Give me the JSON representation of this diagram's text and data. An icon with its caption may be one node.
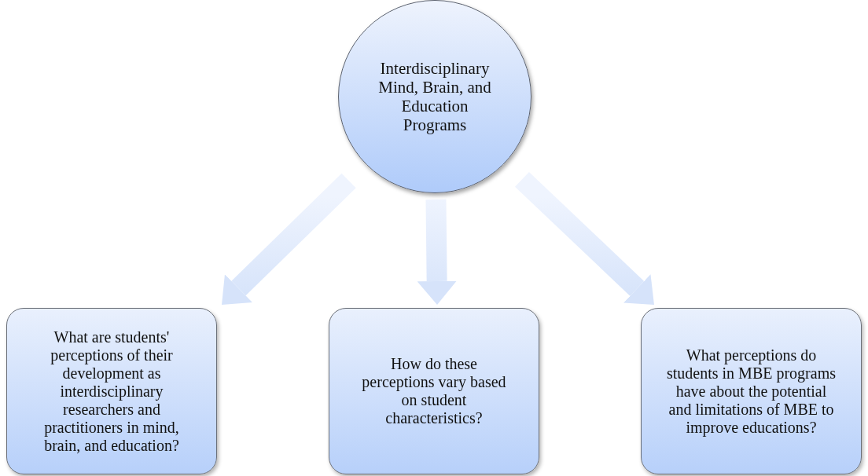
{
  "diagram": {
    "nodes": [
      {
        "text": [
          "Interdisciplinary Mind, Brain, and Education Programs"
        ]
      },
      {
        "text": [
          "What are students' perceptions of their development as interdisciplinary researchers and practitioners in mind, brain, and education?"
        ]
      },
      {
        "text": [
          "How do these perceptions vary based on student characteristics?"
        ]
      },
      {
        "text": [
          "What perceptions do students in MBE programs have about the potential and limitations of MBE to improve educations?"
        ]
      }
    ],
    "edges": [
      {
        "from": 0,
        "to": 1,
        "arrow": "to"
      },
      {
        "from": 0,
        "to": 2,
        "arrow": "to"
      },
      {
        "from": 0,
        "to": 3,
        "arrow": "to"
      }
    ]
  }
}
